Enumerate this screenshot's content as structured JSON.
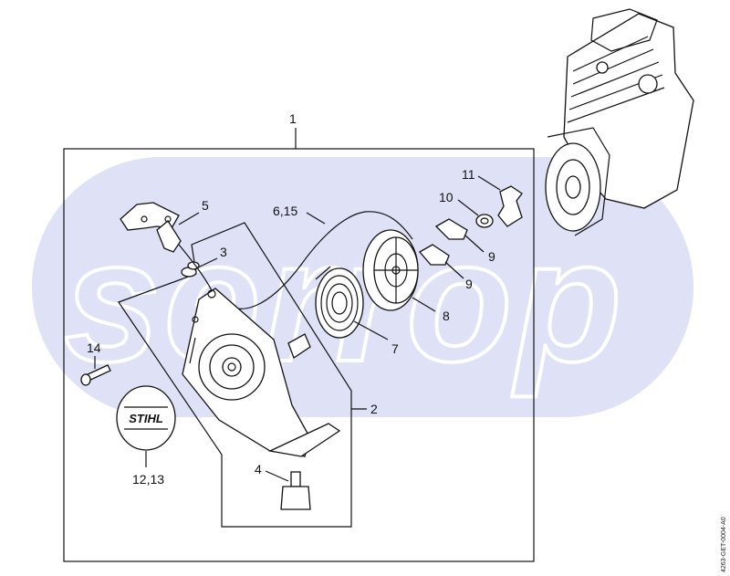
{
  "diagram": {
    "watermark": "serrop",
    "logo_text": "STIHL",
    "reference_code": "4263-GET-0004-A0",
    "callouts": {
      "c1": "1",
      "c2": "2",
      "c3": "3",
      "c4": "4",
      "c5": "5",
      "c6_15": "6,15",
      "c7": "7",
      "c8": "8",
      "c9a": "9",
      "c9b": "9",
      "c10": "10",
      "c11": "11",
      "c12_13": "12,13",
      "c14": "14"
    },
    "colors": {
      "watermark_band": "#dfe1f7",
      "line": "#111111",
      "background": "#ffffff"
    }
  }
}
